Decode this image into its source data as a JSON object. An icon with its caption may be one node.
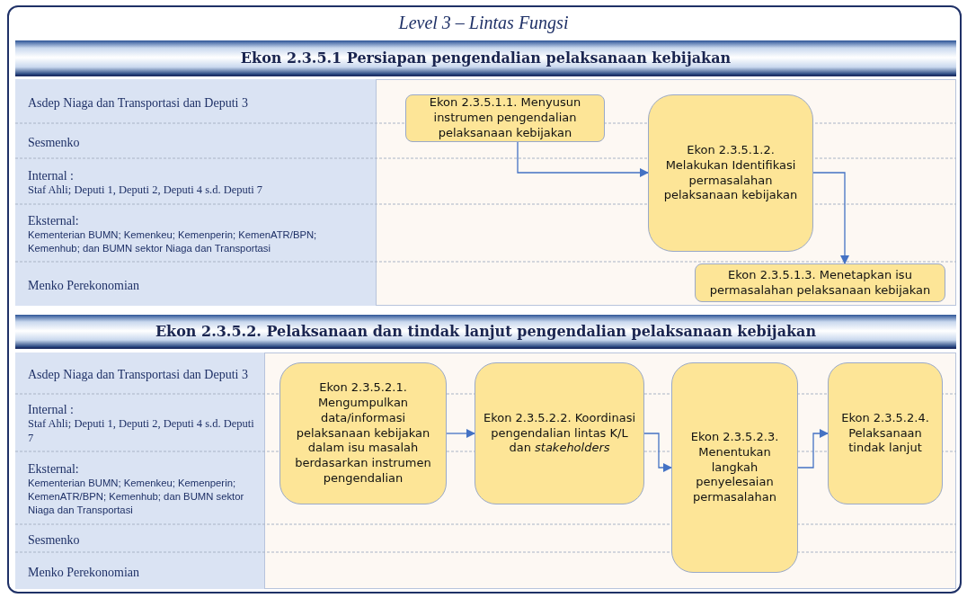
{
  "diagram": {
    "title": "Level 3 – Lintas Fungsi",
    "nodes": [
      {
        "text": [
          "Ekon 2.3.5.1 Persiapan pengendalian pelaksanaan kebijakan"
        ]
      },
      {
        "text": [
          "Asdep Niaga dan Transportasi dan Deputi 3"
        ]
      },
      {
        "text": [
          "Sesmenko"
        ]
      },
      {
        "text": [
          "Internal :",
          "Staf Ahli; Deputi 1, Deputi 2, Deputi 4 s.d. Deputi 7"
        ]
      },
      {
        "text": [
          "Eksternal:",
          "Kementerian BUMN; Kemenkeu; Kemenperin; KemenATR/BPN; Kemenhub; dan BUMN sektor Niaga dan Transportasi"
        ]
      },
      {
        "text": [
          "Menko Perekonomian"
        ]
      },
      {
        "text": [
          "Ekon 2.3.5.1.1.  Menyusun instrumen pengendalian pelaksanaan kebijakan"
        ]
      },
      {
        "text": [
          "Ekon 2.3.5.1.2. Melakukan Identifikasi permasalahan pelaksanaan kebijakan"
        ]
      },
      {
        "text": [
          "Ekon 2.3.5.1.3. Menetapkan isu permasalahan pelaksanaan kebijakan"
        ]
      },
      {
        "text": [
          "Ekon 2.3.5.2. Pelaksanaan dan tindak lanjut pengendalian pelaksanaan kebijakan"
        ]
      },
      {
        "text": [
          "Asdep Niaga dan Transportasi dan Deputi 3"
        ]
      },
      {
        "text": [
          "Internal :",
          "Staf Ahli; Deputi 1, Deputi 2, Deputi 4 s.d. Deputi 7"
        ]
      },
      {
        "text": [
          "Eksternal:",
          "Kementerian BUMN; Kemenkeu; Kemenperin; KemenATR/BPN; Kemenhub; dan BUMN sektor Niaga dan Transportasi"
        ]
      },
      {
        "text": [
          "Sesmenko"
        ]
      },
      {
        "text": [
          "Menko Perekonomian"
        ]
      },
      {
        "text": [
          "Ekon 2.3.5.2.1. Mengumpulkan data/informasi pelaksanaan kebijakan dalam isu masalah berdasarkan instrumen pengendalian"
        ]
      },
      {
        "text": [
          "Ekon 2.3.5.2.2. Koordinasi pengendalian lintas K/L dan *stakeholders*"
        ]
      },
      {
        "text": [
          "Ekon 2.3.5.2.3. Menentukan langkah penyelesaian permasalahan"
        ]
      },
      {
        "text": [
          "Ekon 2.3.5.2.4. Pelaksanaan tindak lanjut"
        ]
      }
    ],
    "edges": [
      {
        "from": 6,
        "to": 7,
        "arrow": "to"
      },
      {
        "from": 7,
        "to": 8,
        "arrow": "to"
      },
      {
        "from": 15,
        "to": 16,
        "arrow": "to"
      },
      {
        "from": 16,
        "to": 17,
        "arrow": "to"
      },
      {
        "from": 17,
        "to": 18,
        "arrow": "to"
      }
    ]
  }
}
